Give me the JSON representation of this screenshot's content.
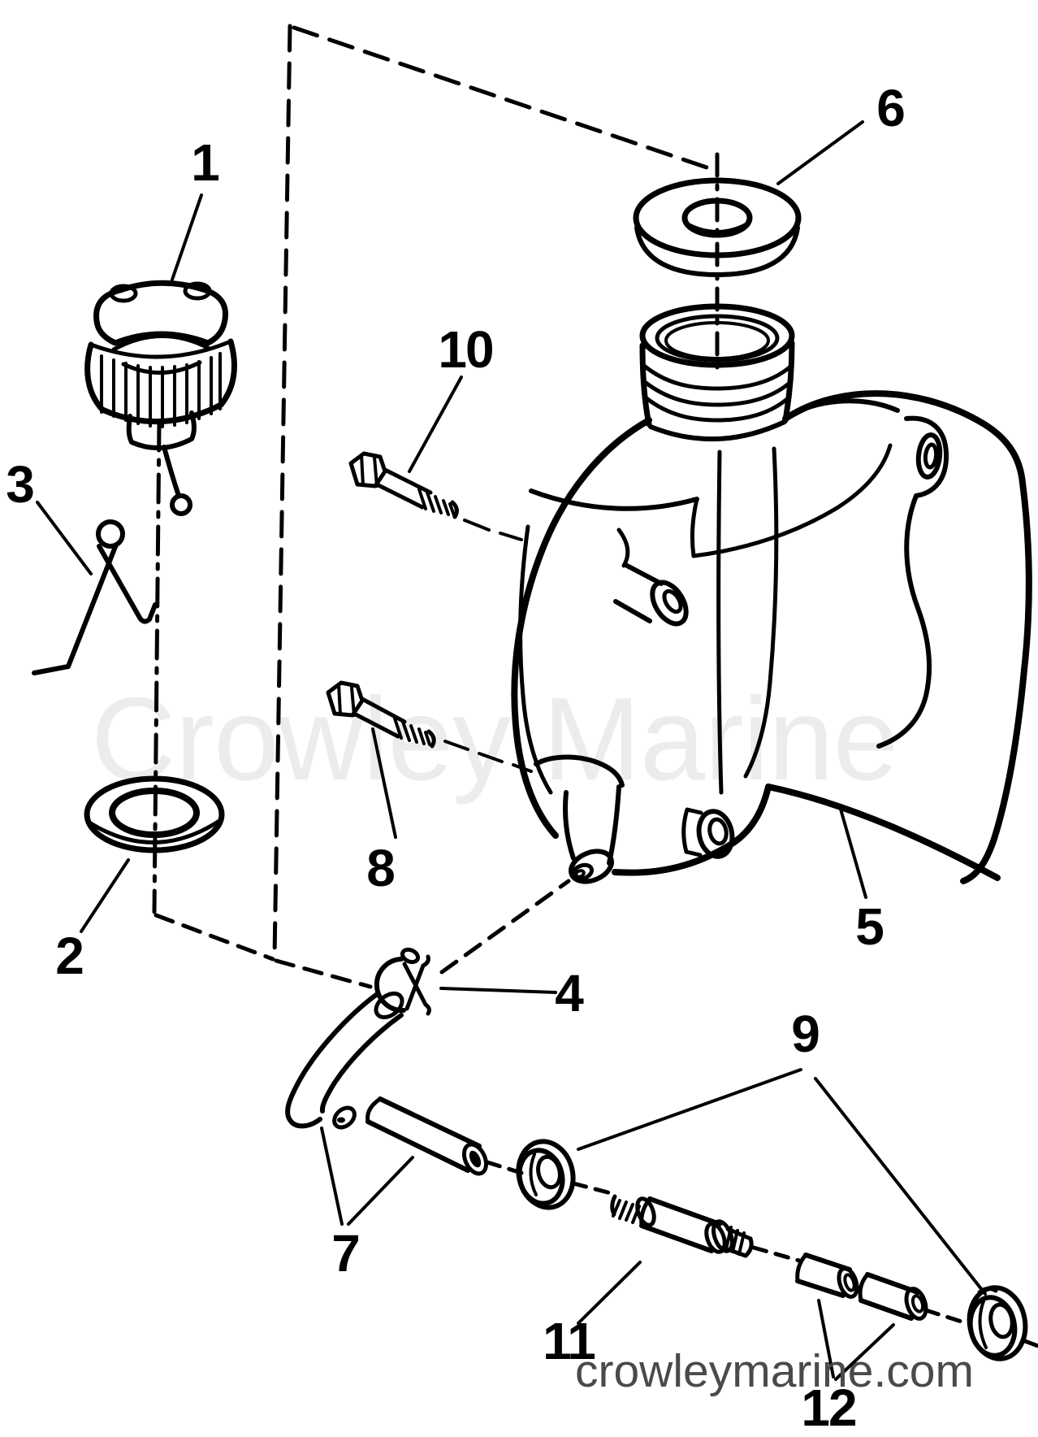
{
  "watermark": {
    "text": "Crowley Marine",
    "color": "#ececec"
  },
  "website": {
    "text": "crowleymarine.com",
    "color": "#4a4a4a"
  },
  "colors": {
    "line": "#000000",
    "background": "#ffffff",
    "label": "#000000"
  },
  "parts": [
    {
      "label": "1"
    },
    {
      "label": "2"
    },
    {
      "label": "3"
    },
    {
      "label": "4"
    },
    {
      "label": "5"
    },
    {
      "label": "6"
    },
    {
      "label": "7"
    },
    {
      "label": "8"
    },
    {
      "label": "9"
    },
    {
      "label": "10"
    },
    {
      "label": "11"
    },
    {
      "label": "12"
    }
  ]
}
